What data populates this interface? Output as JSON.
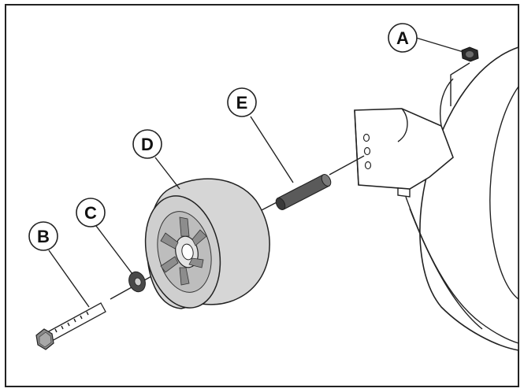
{
  "callouts": {
    "a": "A",
    "b": "B",
    "c": "C",
    "d": "D",
    "e": "E"
  },
  "parts": [
    {
      "label": "A",
      "icon": "nut-icon"
    },
    {
      "label": "B",
      "icon": "bolt-icon"
    },
    {
      "label": "C",
      "icon": "washer-icon"
    },
    {
      "label": "D",
      "icon": "wheel-roller-icon"
    },
    {
      "label": "E",
      "icon": "spacer-sleeve-icon"
    }
  ],
  "colors": {
    "frame": "#222222",
    "part_fill": "#d4d4d4",
    "part_dark": "#8a8a8a",
    "hardware": "#6f6f6f"
  }
}
